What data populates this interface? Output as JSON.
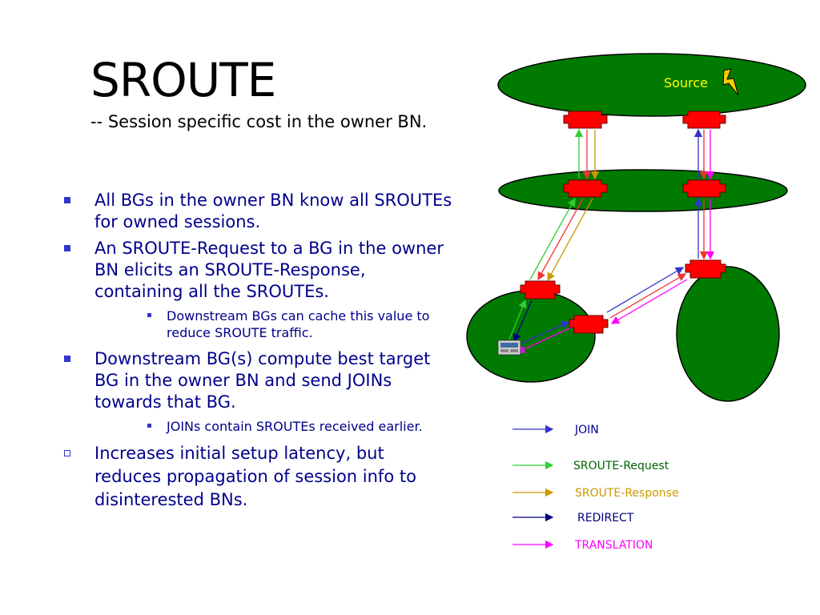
{
  "slide": {
    "title": "SROUTE",
    "subtitle": "-- Session specific cost in the owner BN."
  },
  "bullets": [
    {
      "level": 1,
      "text": "All BGs in the owner BN know all SROUTEs for owned sessions."
    },
    {
      "level": 1,
      "text": "An SROUTE-Request to a BG in the owner BN elicits an SROUTE-Response, containing all the SROUTEs."
    },
    {
      "level": 2,
      "text": "Downstream BGs can cache this value to reduce SROUTE traffic."
    },
    {
      "level": 1,
      "text": "Downstream BG(s) compute best target BG in the owner BN and send JOINs towards that BG."
    },
    {
      "level": 2,
      "text": "JOINs contain SROUTEs received earlier."
    },
    {
      "level": 1,
      "style": "hollow",
      "text": "Increases initial setup latency, but reduces propagation of session info to disinterested BNs."
    }
  ],
  "diagram": {
    "source_label": "Source",
    "source_icon": "lightning-bolt-icon",
    "node_color": "#ff0000",
    "network_color": "#007a00"
  },
  "legend": [
    {
      "label": "JOIN",
      "color": "#3333cc"
    },
    {
      "label": "SROUTE-Request",
      "color": "#33cc33"
    },
    {
      "label": "SROUTE-Response",
      "color": "#cc9900"
    },
    {
      "label": "REDIRECT",
      "color": "#000080"
    },
    {
      "label": "TRANSLATION",
      "color": "#ff00ff"
    }
  ]
}
